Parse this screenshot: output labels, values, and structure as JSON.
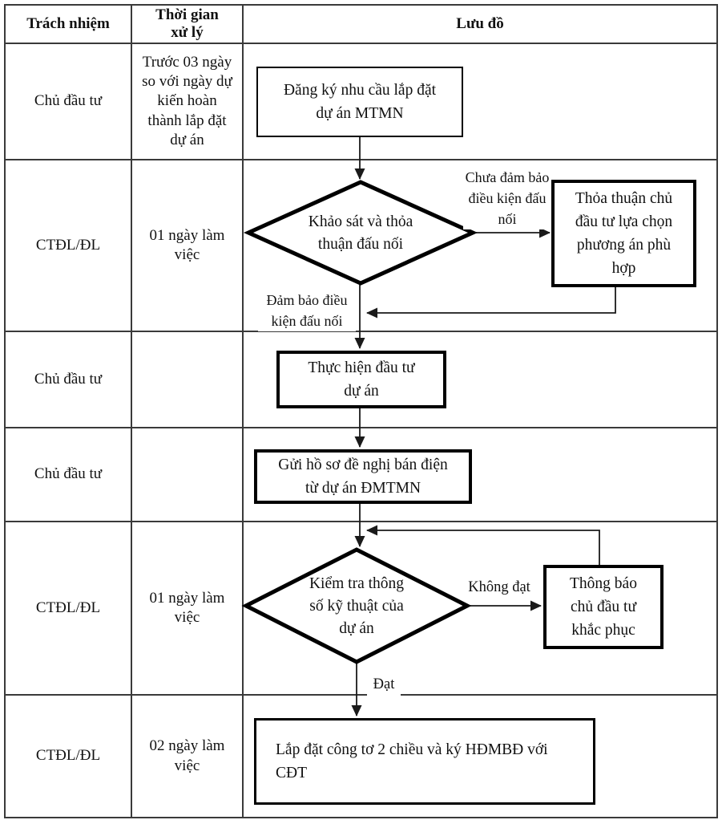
{
  "table": {
    "headers": [
      {
        "label": "Trách nhiệm"
      },
      {
        "label": "Thời gian xử lý"
      },
      {
        "label": "Lưu đồ"
      }
    ],
    "rows": [
      {
        "responsibility": "Chủ đầu tư",
        "time": "Trước 03 ngày so với ngày dự kiến hoàn thành lắp đặt dự án"
      },
      {
        "responsibility": "CTĐL/ĐL",
        "time": "01 ngày làm việc"
      },
      {
        "responsibility": "Chủ đầu tư",
        "time": ""
      },
      {
        "responsibility": "Chủ đầu tư",
        "time": ""
      },
      {
        "responsibility": "CTĐL/ĐL",
        "time": "01 ngày làm việc"
      },
      {
        "responsibility": "CTĐL/ĐL",
        "time": "02 ngày làm việc"
      }
    ]
  },
  "flowchart": {
    "nodes": {
      "register": {
        "type": "process",
        "label": "Đăng ký nhu cầu lắp đặt dự án MTMN"
      },
      "survey": {
        "type": "decision",
        "label": "Khảo sát và thỏa thuận đấu nối"
      },
      "agree": {
        "type": "process",
        "label": "Thỏa thuận chủ đầu tư lựa chọn phương án phù hợp"
      },
      "invest": {
        "type": "process",
        "label": "Thực hiện đầu tư dự án"
      },
      "submit": {
        "type": "process",
        "label": "Gửi hồ sơ đề nghị bán điện từ dự án ĐMTMN"
      },
      "check": {
        "type": "decision",
        "label": "Kiểm tra thông số kỹ thuật của dự án"
      },
      "notify": {
        "type": "process",
        "label": "Thông báo chủ đầu tư khắc phục"
      },
      "install": {
        "type": "process",
        "label": "Lắp đặt công tơ 2 chiều và ký HĐMBĐ với CĐT"
      }
    },
    "edge_labels": {
      "not_qualified": "Chưa đảm bảo điều kiện đấu nối",
      "qualified": "Đảm bảo điều kiện đấu nối",
      "fail": "Không đạt",
      "pass": "Đạt"
    }
  },
  "colors": {
    "table_border": "#3a3a3a",
    "node_stroke": "#000000",
    "connector": "#1a1a1a",
    "background": "#ffffff",
    "text": "#111111"
  }
}
